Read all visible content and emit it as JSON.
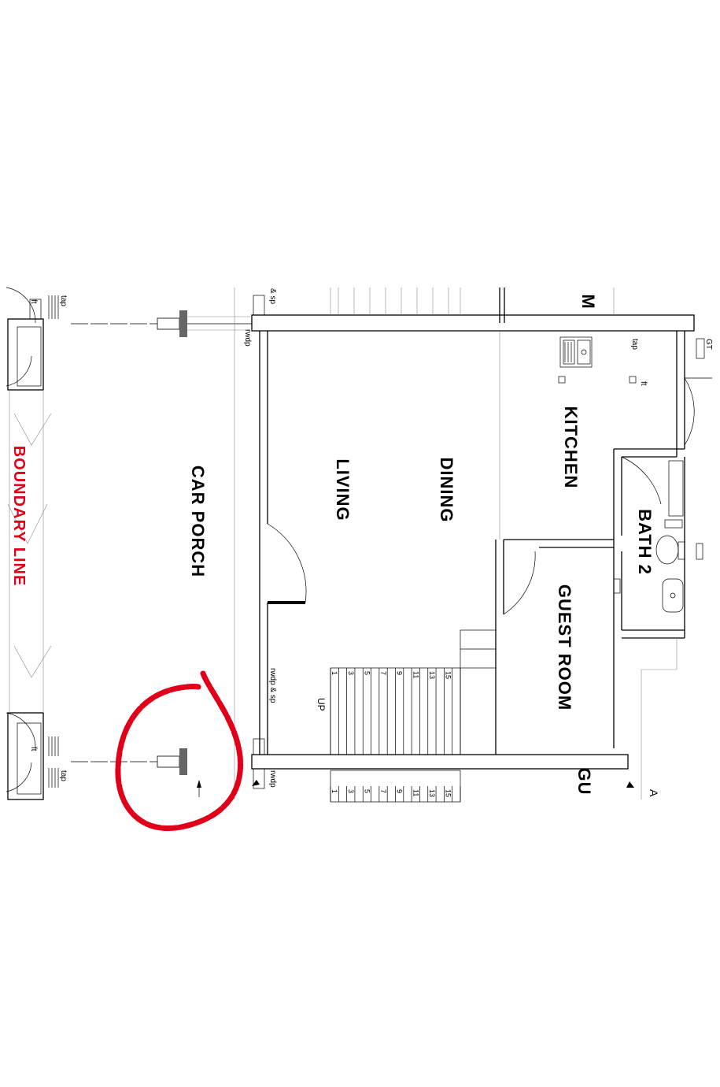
{
  "rooms": {
    "car_porch": "CAR PORCH",
    "living": "LIVING",
    "dining": "DINING",
    "kitchen": "KITCHEN",
    "bath_2": "BATH 2",
    "guest_room": "GUEST ROOM",
    "guest_room_partial": "GU",
    "partial_top": "M"
  },
  "boundary": {
    "label": "BOUNDARY LINE",
    "color": "#e0001a"
  },
  "annotations": {
    "tap_left_top": "tap",
    "tap_left_bottom": "tap",
    "ft_left_top": "ft",
    "ft_left_bottom": "ft",
    "sp_top": "& sp",
    "rwdp_top": "rwdp",
    "rwdp_sp_mid": "rwdp & sp",
    "rwdp_bottom": "rwdp",
    "kitchen_tap": "tap",
    "kitchen_ft": "ft",
    "gt": "GT",
    "up": "UP",
    "partial_a": "A"
  },
  "stairs": {
    "upper_numbers": [
      "1",
      "3",
      "5",
      "7",
      "9",
      "11",
      "13",
      "15"
    ],
    "lower_numbers": [
      "1",
      "3",
      "5",
      "7",
      "9",
      "11",
      "13",
      "15"
    ]
  },
  "markup": {
    "circle_color": "#e0001a"
  }
}
